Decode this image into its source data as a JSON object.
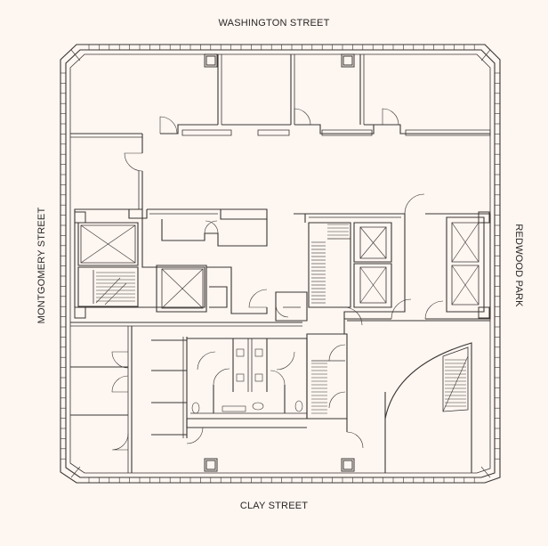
{
  "streets": {
    "north": "WASHINGTON STREET",
    "south": "CLAY STREET",
    "west": "MONTGOMERY STREET",
    "east": "REDWOOD PARK"
  },
  "colors": {
    "background": "#fdf6f1",
    "linework": "#3a3533"
  }
}
